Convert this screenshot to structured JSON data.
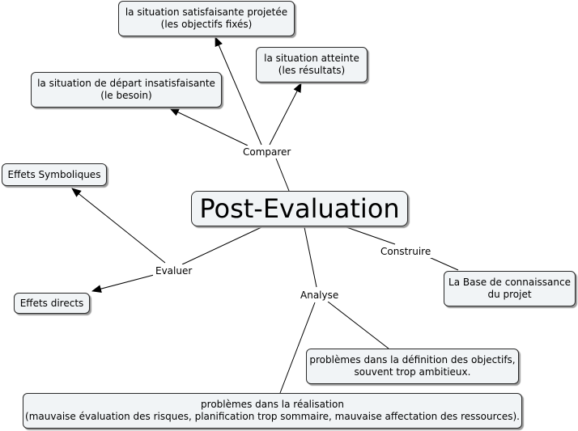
{
  "central": {
    "text": "Post-Evaluation"
  },
  "linking_words": {
    "comparer": "Comparer",
    "evaluer": "Evaluer",
    "construire": "Construire",
    "analyse": "Analyse"
  },
  "concepts": {
    "projected": {
      "line1": "la situation satisfaisante projetée",
      "line2": "(les objectifs fixés)"
    },
    "reached": {
      "line1": "la situation atteinte",
      "line2": "(les résultats)"
    },
    "starting": {
      "line1": "la situation de départ insatisfaisante",
      "line2": "(le besoin)"
    },
    "symbolic": {
      "line1": "Effets Symboliques"
    },
    "direct": {
      "line1": "Effets directs"
    },
    "knowledge_base": {
      "line1": "La Base de connaissance",
      "line2": "du projet"
    },
    "objectives_problems": {
      "line1": "problèmes dans la définition des objectifs,",
      "line2": "souvent trop ambitieux."
    },
    "realisation_problems": {
      "line1": "problèmes dans la réalisation",
      "line2": "(mauvaise évaluation des risques, planification trop sommaire, mauvaise affectation des ressources)."
    }
  },
  "colors": {
    "node_fill": "#f1f4f6",
    "node_border": "#2a2a2a",
    "link": "#000000"
  }
}
